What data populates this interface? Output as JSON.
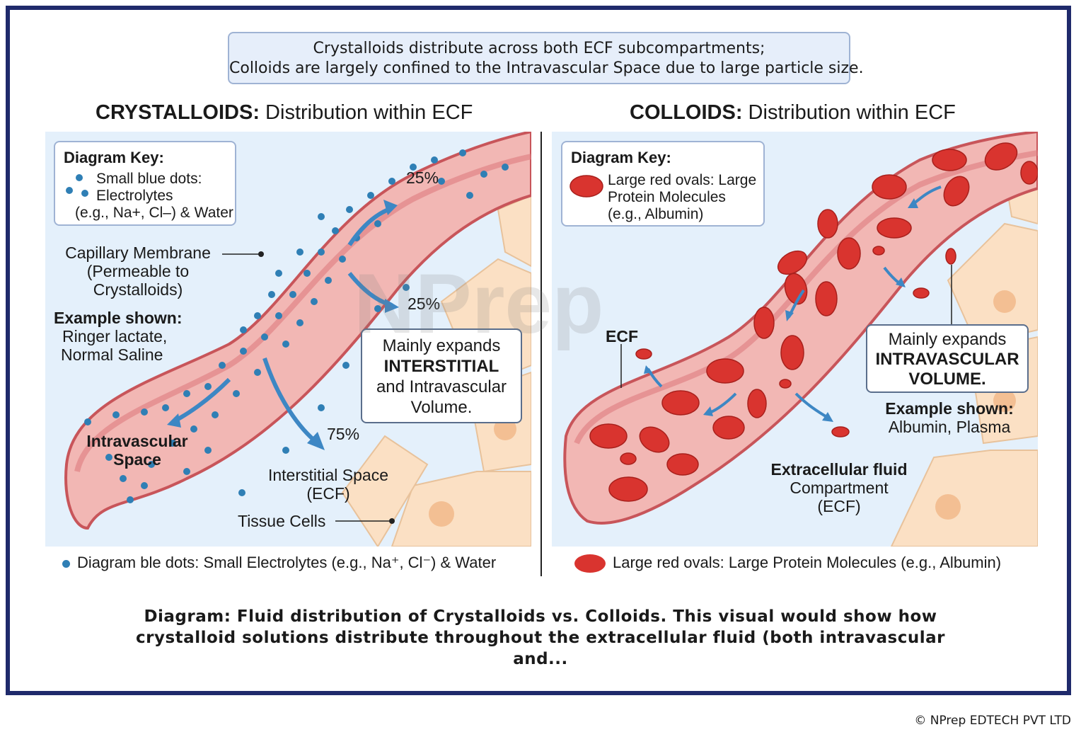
{
  "banner": {
    "line1": "Crystalloids distribute across both ECF subcompartments;",
    "line2": "Colloids are largely confined to the Intravascular Space due to large particle size."
  },
  "left": {
    "title_bold": "CRYSTALLOIDS:",
    "title_rest": " Distribution within ECF",
    "key": {
      "title": "Diagram Key:",
      "line1": "Small blue dots:",
      "line2": "Electrolytes",
      "line3": "(e.g., Na+, Cl–) & Water"
    },
    "capillary_label": [
      "Capillary Membrane",
      "(Permeable to",
      "Crystalloids)"
    ],
    "example_title": "Example shown:",
    "example_lines": [
      "Ringer lactate,",
      "Normal Saline"
    ],
    "pct_top": "25%",
    "pct_mid": "25%",
    "pct_low": "75%",
    "callout": [
      "Mainly expands",
      "INTERSTITIAL",
      "and Intravascular",
      "Volume."
    ],
    "intravascular": [
      "Intravascular",
      "Space"
    ],
    "interstitial": [
      "Interstitial Space",
      "(ECF)"
    ],
    "tissue_cells": "Tissue Cells",
    "legend": "Diagram ble dots: Small Electrolytes (e.g., Na⁺, Cl⁻) & Water"
  },
  "right": {
    "title_bold": "COLLOIDS:",
    "title_rest": " Distribution within ECF",
    "key": {
      "title": "Diagram Key:",
      "line1": "Large red ovals: Large",
      "line2": "Protein Molecules",
      "line3": "(e.g., Albumin)"
    },
    "ecf_label": "ECF",
    "callout": [
      "Mainly expands",
      "INTRAVASCULAR",
      "VOLUME."
    ],
    "example_title": "Example shown:",
    "example_line": "Albumin, Plasma",
    "ecf_compartment": [
      "Extracellular fluid",
      "Compartment",
      "(ECF)"
    ],
    "legend": "Large red ovals: Large Protein Molecules (e.g., Albumin)"
  },
  "watermark": "NPrep",
  "caption": {
    "line1": "Diagram: Fluid distribution of Crystalloids vs. Colloids. This visual would show how",
    "line2": "crystalloid solutions distribute throughout the extracellular fluid (both intravascular",
    "line3": "and..."
  },
  "copyright": "© NPrep EDTECH PVT LTD",
  "colors": {
    "border": "#1f2a6b",
    "panel_bg": "#e4f0fb",
    "vessel": "#e98c8c",
    "dot": "#2f7fb5",
    "oval": "#d9342f",
    "cell": "#fbe0c4"
  }
}
